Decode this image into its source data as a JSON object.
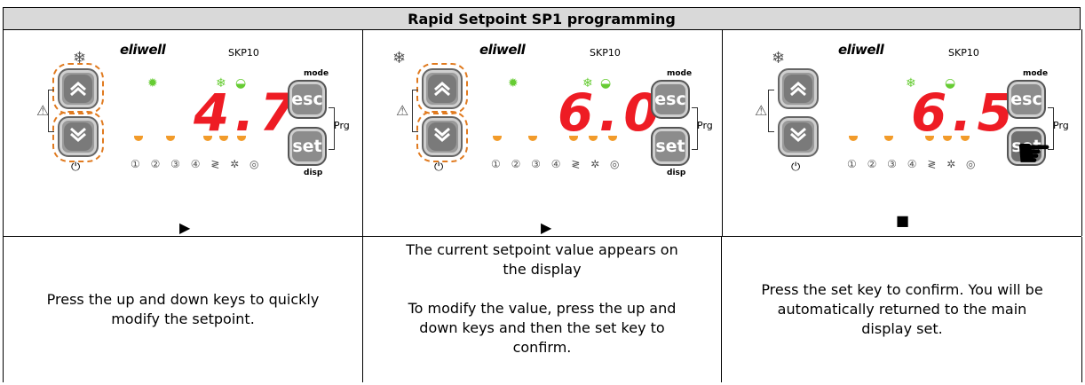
{
  "title": "Rapid Setpoint SP1 programming",
  "panels": [
    {
      "logo": "eliwell",
      "model": "SKP10",
      "display_value": "4.7",
      "esc_label": "esc",
      "set_label": "set",
      "mode_label": "mode",
      "prg_label": "Prg",
      "disp_label": "disp",
      "marker": "▶",
      "icons": "① ② ③ ④ ≷ ✲ ◎"
    },
    {
      "logo": "eliwell",
      "model": "SKP10",
      "display_value": "6.0",
      "esc_label": "esc",
      "set_label": "set",
      "mode_label": "mode",
      "prg_label": "Prg",
      "disp_label": "disp",
      "marker": "▶",
      "icons": "① ② ③ ④ ≷ ✲ ◎"
    },
    {
      "logo": "eliwell",
      "model": "SKP10",
      "display_value": "6.5",
      "esc_label": "esc",
      "set_label": "set",
      "mode_label": "mode",
      "prg_label": "Prg",
      "marker": "■",
      "icons": "① ② ③ ④ ≷ ✲ ◎"
    }
  ],
  "descriptions": [
    "Press the up and down keys to quickly\nmodify the setpoint.",
    "The current setpoint value appears on\nthe display\n\nTo modify the value, press the up and\ndown keys and then the set key to\nconfirm.",
    "Press the set key to confirm. You will be\nautomatically returned to the main\ndisplay set."
  ]
}
